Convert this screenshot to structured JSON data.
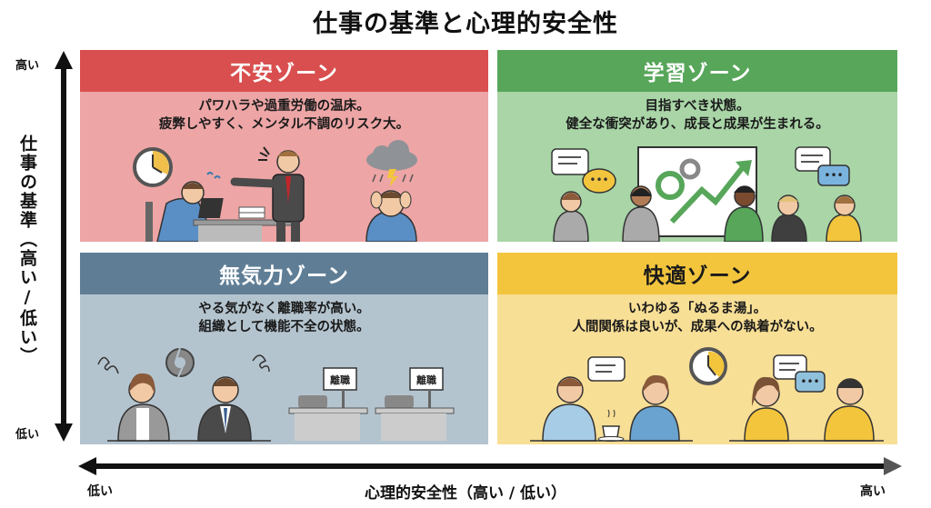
{
  "title": "仕事の基準と心理的安全性",
  "axes": {
    "vertical": {
      "label": "仕事の基準（高い/低い）",
      "high": "高い",
      "low": "低い"
    },
    "horizontal": {
      "label": "心理的安全性（高い / 低い）",
      "high": "高い",
      "low": "低い"
    }
  },
  "quadrants": {
    "anxiety": {
      "position": "top-left",
      "title": "不安ゾーン",
      "desc_line1": "パワハラや過重労働の温床。",
      "desc_line2": "疲弊しやすく、メンタル不調のリスク大。",
      "header_color": "#d94f4f",
      "body_color": "#eda5a5",
      "illustration": [
        "clock-icon",
        "stressed-worker-at-desk",
        "angry-boss-pointing",
        "storm-cloud-icon",
        "worried-person"
      ]
    },
    "learning": {
      "position": "top-right",
      "title": "学習ゾーン",
      "desc_line1": "目指すべき状態。",
      "desc_line2": "健全な衝突があり、成長と成果が生まれる。",
      "header_color": "#57a65a",
      "body_color": "#a9d5a7",
      "illustration": [
        "speech-bubble-icon",
        "whiteboard-with-gears-and-growth-arrow",
        "team-discussion"
      ]
    },
    "apathy": {
      "position": "bottom-left",
      "title": "無気力ゾーン",
      "desc_line1": "やる気がなく離職率が高い。",
      "desc_line2": "組織として機能不全の状態。",
      "header_color": "#5f7e96",
      "body_color": "#b4c4cf",
      "illustration": [
        "bored-workers",
        "broken-gear-icon",
        "empty-desks"
      ],
      "desk_signs": [
        "離職",
        "離職"
      ]
    },
    "comfort": {
      "position": "bottom-right",
      "title": "快適ゾーン",
      "desc_line1": "いわゆる「ぬるま湯」。",
      "desc_line2": "人間関係は良いが、成果への執着がない。",
      "header_color": "#f2c53d",
      "body_color": "#f8df96",
      "illustration": [
        "chatting-people",
        "coffee-cup-icon",
        "clock-icon",
        "speech-bubble-icon"
      ]
    }
  }
}
